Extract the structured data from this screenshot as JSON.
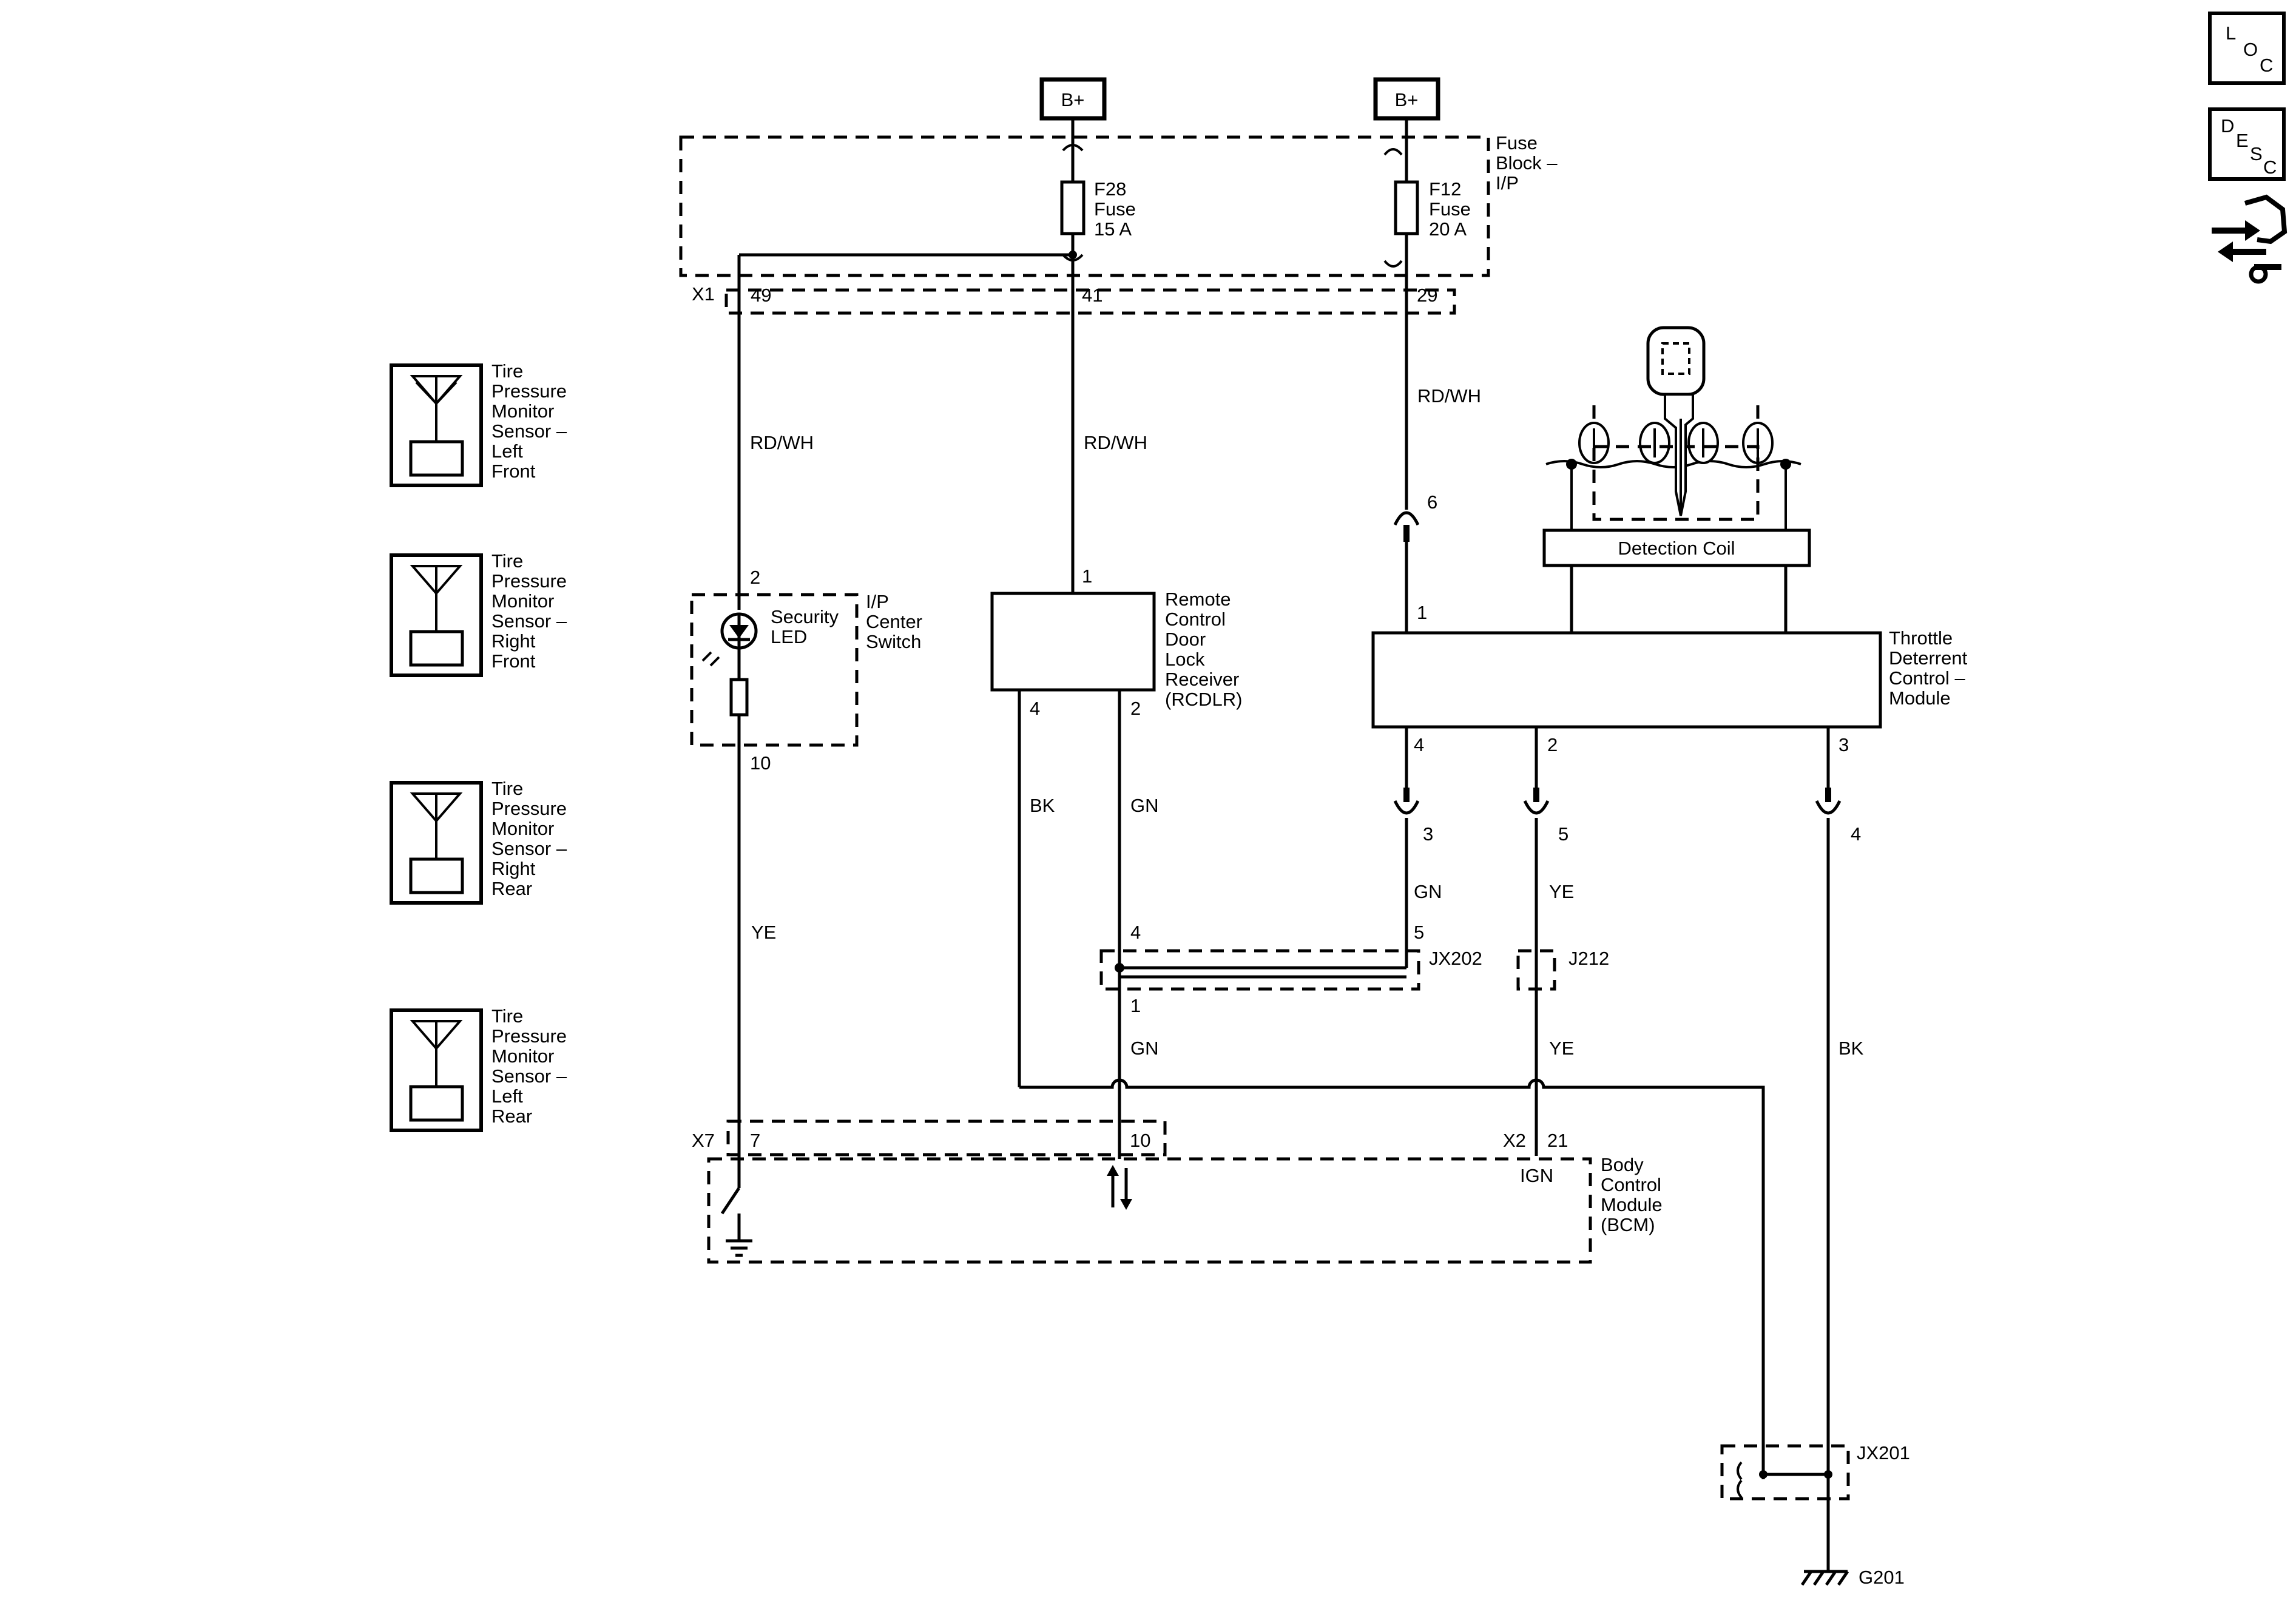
{
  "power": {
    "b1": "B+",
    "b2": "B+"
  },
  "fuse_block": {
    "name": [
      "Fuse",
      "Block –",
      "I/P"
    ],
    "connector": "X1",
    "f28": [
      "F28",
      "Fuse",
      "15 A"
    ],
    "f12": [
      "F12",
      "Fuse",
      "20 A"
    ],
    "pins": {
      "p49": "49",
      "p41": "41",
      "p29": "29"
    }
  },
  "wires": {
    "rdwh_a": "RD/WH",
    "rdwh_b": "RD/WH",
    "rdwh_c": "RD/WH",
    "ye_led": "YE",
    "bk_rcdlr": "BK",
    "gn_rcdlr": "GN",
    "gn_tdcm": "GN",
    "ye_tdcm": "YE",
    "gn_lower": "GN",
    "ye_lower": "YE",
    "bk_tdcm": "BK"
  },
  "ip_switch": {
    "name": [
      "I/P",
      "Center",
      "Switch"
    ],
    "led": [
      "Security",
      "LED"
    ],
    "pin_top": "2",
    "pin_bottom": "10"
  },
  "rcdlr": {
    "name": [
      "Remote",
      "Control",
      "Door",
      "Lock",
      "Receiver",
      "(RCDLR)"
    ],
    "pin1": "1",
    "pin4": "4",
    "pin2": "2"
  },
  "inline": {
    "pin6": "6",
    "pin3": "3",
    "pin5": "5",
    "pin4": "4"
  },
  "tdcm": {
    "name": [
      "Throttle",
      "Deterrent",
      "Control –",
      "Module"
    ],
    "pin1": "1",
    "pin4": "4",
    "pin2": "2",
    "pin3": "3",
    "coil": "Detection Coil"
  },
  "jx202": {
    "name": "JX202",
    "pin4": "4",
    "pin5": "5",
    "pin1": "1"
  },
  "j212": {
    "name": "J212"
  },
  "bcm": {
    "name": [
      "Body",
      "Control",
      "Module",
      "(BCM)"
    ],
    "x7": "X7",
    "pin7": "7",
    "pin10": "10",
    "x2": "X2",
    "pin21": "21",
    "ign": "IGN"
  },
  "jx201": {
    "name": "JX201"
  },
  "ground": {
    "name": "G201"
  },
  "tpms": [
    {
      "lines": [
        "Tire",
        "Pressure",
        "Monitor",
        "Sensor –",
        "Left",
        "Front"
      ]
    },
    {
      "lines": [
        "Tire",
        "Pressure",
        "Monitor",
        "Sensor –",
        "Right",
        "Front"
      ]
    },
    {
      "lines": [
        "Tire",
        "Pressure",
        "Monitor",
        "Sensor –",
        "Right",
        "Rear"
      ]
    },
    {
      "lines": [
        "Tire",
        "Pressure",
        "Monitor",
        "Sensor –",
        "Left",
        "Rear"
      ]
    }
  ],
  "nav": {
    "loc": [
      "L",
      "O",
      "C"
    ],
    "desc": [
      "D",
      "E",
      "S",
      "C"
    ]
  },
  "icons": {
    "loc": "loc-icon",
    "desc": "desc-icon",
    "connector": "connector-repair-icon",
    "key": "key-icon",
    "ground": "ground-icon"
  }
}
